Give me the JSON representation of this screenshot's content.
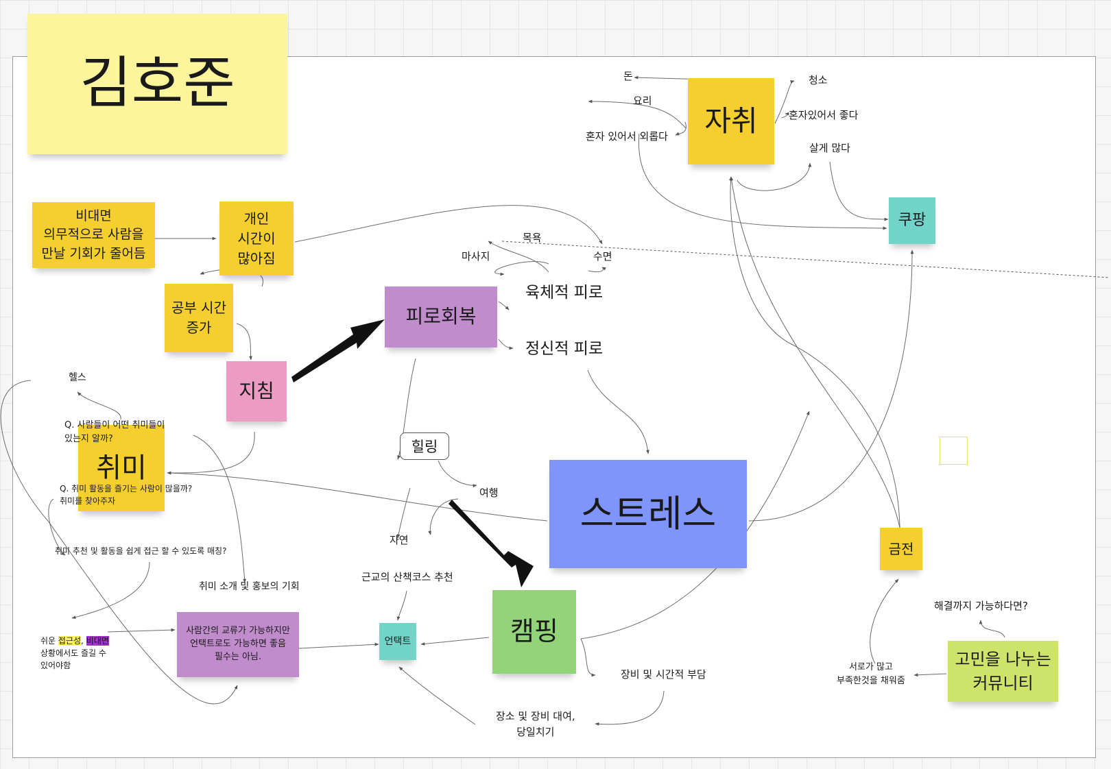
{
  "colors": {
    "yellow": "#f4cf2f",
    "light_yellow": "#fdf59b",
    "purple": "#c08ccc",
    "pink": "#ec9cc3",
    "teal": "#72d3c8",
    "green": "#93d47a",
    "lime": "#cde36a",
    "blue": "#7f95fb"
  },
  "title_note": "김호준",
  "notes": {
    "jachwi": "자취",
    "coupang": "쿠팡",
    "bidaemyeon": "비대면\n의무적으로 사람을\n만날 기회가 줄어듬",
    "personal_time": "개인\n시간이\n많아짐",
    "study_time": "공부 시간\n증가",
    "fatigue_recovery": "피로회복",
    "tired": "지침",
    "hobby": "취미",
    "stress": "스트레스",
    "money": "금전",
    "camping": "캠핑",
    "untact": "언택트",
    "interaction": "사람간의 교류가 가능하지만\n언택트로도 가능하면 좋음\n필수는 아님.",
    "community": "고민을 나누는\n커뮤니티"
  },
  "labels": {
    "don": "돈",
    "cleaning": "청소",
    "cooking": "요리",
    "good_alone": "혼자있어서 좋다",
    "lonely": "혼자 있어서 외롭다",
    "lazy": "살게 많다",
    "bath": "목욕",
    "massage": "마사지",
    "sleep": "수면",
    "physical": "육체적 피로",
    "mental": "정신적 피로",
    "health": "헬스",
    "q_hobbies": "Q. 사람들이 어떤 취미들이\n있는지 알까?",
    "q_people": "Q. 취미 활동을 즐기는 사람이 많을까?\n취미를 찾아주자",
    "matching": "취미 추천 및 활동을 쉽게 접근 할 수 있도록 매칭?",
    "promo": "취미 소개 및 홍보의 기회",
    "easy_pre": "쉬운 ",
    "easy_access": "접근성",
    "easy_comma": ", ",
    "easy_untact": "비대면",
    "easy_rest": "\n상황에서도 즐길 수\n있어야함",
    "healing": "힐링",
    "travel": "여행",
    "nature": "자연",
    "trail": "근교의 산책코스 추천",
    "equipment_burden": "장비 및 시간적 부담",
    "rental": "장소 및 장비 대여,\n당일치기",
    "fill_each_other": "서로가 많고\n부족한것을 채워줌",
    "if_resolved": "해결까지 가능하다면?"
  }
}
